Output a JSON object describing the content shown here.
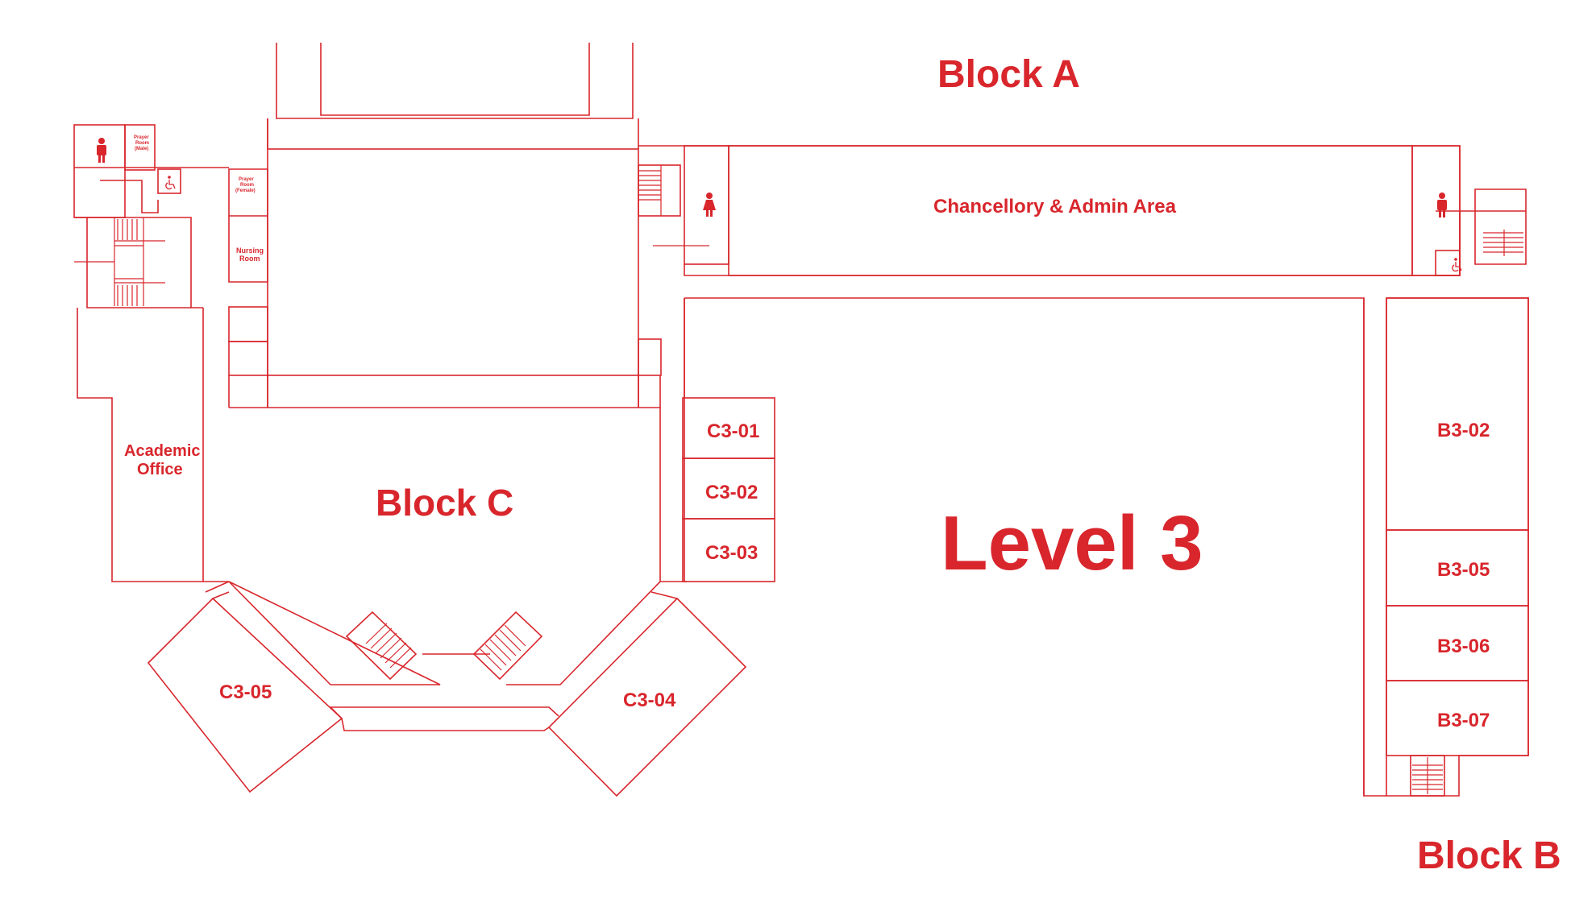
{
  "blocks": {
    "a": "Block A",
    "b": "Block B",
    "c": "Block C"
  },
  "level": "Level 3",
  "areas": {
    "chancellery": "Chancellory & Admin Area",
    "academic_office_line1": "Academic",
    "academic_office_line2": "Office",
    "nursing_room_line1": "Nursing",
    "nursing_room_line2": "Room",
    "prayer_male_line1": "Prayer",
    "prayer_male_line2": "Room",
    "prayer_male_line3": "(Male)",
    "prayer_female_line1": "Prayer",
    "prayer_female_line2": "Room",
    "prayer_female_line3": "(Female)"
  },
  "rooms": {
    "c3_01": "C3-01",
    "c3_02": "C3-02",
    "c3_03": "C3-03",
    "c3_04": "C3-04",
    "c3_05": "C3-05",
    "b3_02": "B3-02",
    "b3_05": "B3-05",
    "b3_06": "B3-06",
    "b3_07": "B3-07"
  },
  "icons": [
    "male-toilet-icon",
    "female-toilet-icon",
    "accessible-toilet-icon",
    "staircase-icon"
  ],
  "colors": {
    "accent": "#d8262c",
    "background": "#ffffff"
  }
}
